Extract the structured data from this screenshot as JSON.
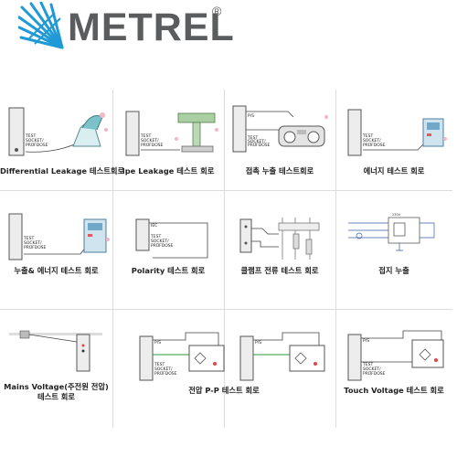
{
  "brand": {
    "name": "METREL",
    "mark": "®",
    "accent": "#1f9ad6",
    "text_color": "#5b5c5e"
  },
  "socket_label": [
    "TEST",
    "SOCKET/",
    "PRÜFDOSE"
  ],
  "socket_label_alt": [
    "TEST",
    "SOCKET/",
    "PRÜFDOSE"
  ],
  "tiles": [
    {
      "caption": "Differential Leakage 테스트회로"
    },
    {
      "caption": "Ipe Leakage 테스트 회로"
    },
    {
      "caption": "접촉 누출 테스트회로"
    },
    {
      "caption": "에너지 테스트 회로"
    },
    {
      "caption": "누출& 에너지 테스트 회로"
    },
    {
      "caption": "Polarity 테스트 회로"
    },
    {
      "caption": "클램프 전류 테스트 회로"
    },
    {
      "caption": "접지 누출"
    },
    {
      "caption_line1": "Mains Voltage(주전원 전압)",
      "caption_line2": "테스트 회로"
    },
    {
      "caption": "전압 P-P 테스트 회로"
    },
    {
      "caption": "Touch Voltage 테스트 회로"
    }
  ],
  "small_labels": {
    "ps": "P/S",
    "ps2": "P/S"
  }
}
